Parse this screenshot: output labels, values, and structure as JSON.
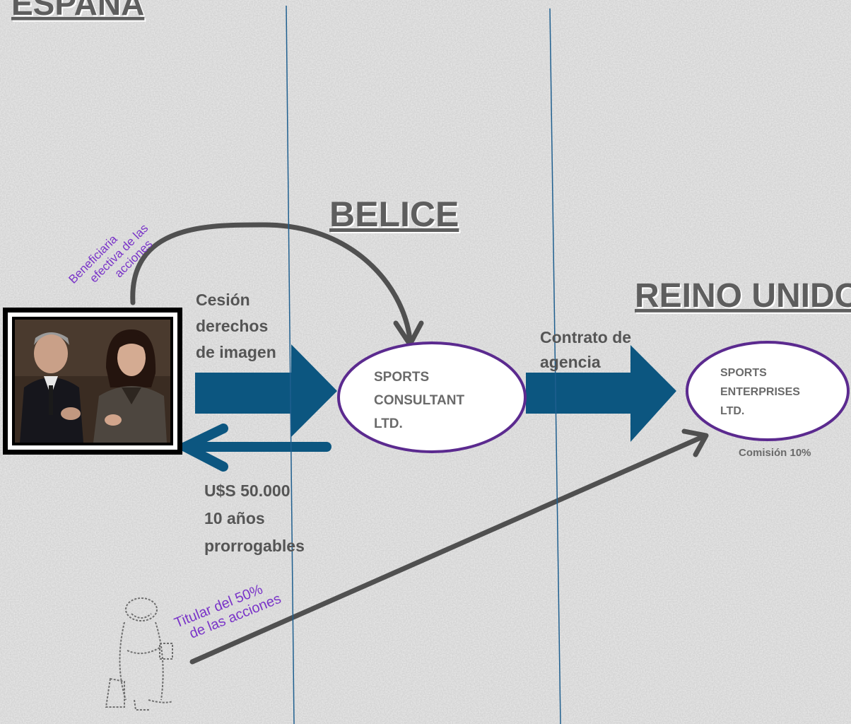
{
  "regions": {
    "spain": "ESPAÑA",
    "belize": "BELICE",
    "uk": "REINO UNIDO"
  },
  "labels": {
    "beneficial_owner": [
      "Beneficiaria",
      "efectiva de las",
      "acciones"
    ],
    "image_rights": [
      "Cesión",
      "derechos",
      "de imagen"
    ],
    "agency_contract": [
      "Contrato de",
      "agencia"
    ],
    "payment": [
      "U$S 50.000",
      "10 años",
      "prorrogables"
    ],
    "shareholder": [
      "Titular del 50%",
      "de las acciones"
    ],
    "commission": "Comisión 10%"
  },
  "entities": {
    "sports_consultant": [
      "SPORTS",
      "CONSULTANT",
      "LTD."
    ],
    "sports_enterprises": [
      "SPORTS",
      "ENTERPRISES",
      "LTD."
    ]
  },
  "colors": {
    "arrow_blue": "#0c5680",
    "entity_border": "#5b2a8f",
    "connector_gray": "#505050",
    "divider_blue": "#1f5f8f",
    "annotation_purple": "#7a35c8"
  }
}
